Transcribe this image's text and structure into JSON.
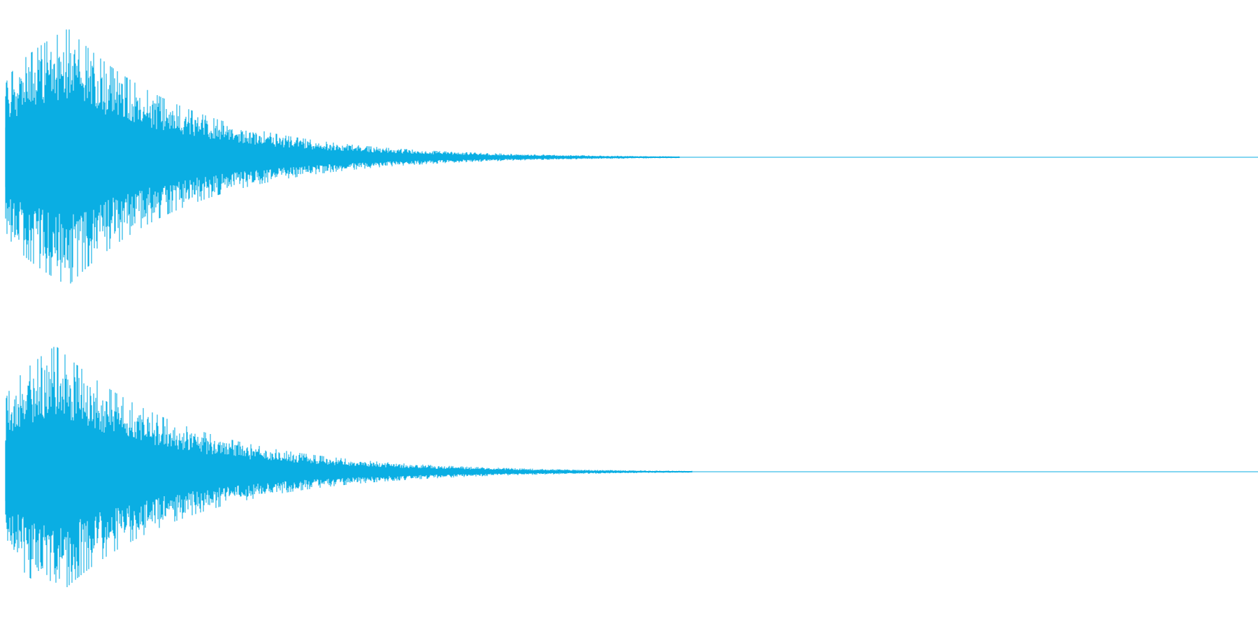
{
  "waveform": {
    "wave_color": "#0aaee3",
    "background_color": "#ffffff",
    "channel_count": 2,
    "channels": [
      {
        "channel": "left",
        "peak_amplitude": 0.99,
        "attack_peak_position": 0.05,
        "decay_end_position": 0.46
      },
      {
        "channel": "right",
        "peak_amplitude": 0.97,
        "attack_peak_position": 0.04,
        "decay_end_position": 0.47
      }
    ]
  }
}
